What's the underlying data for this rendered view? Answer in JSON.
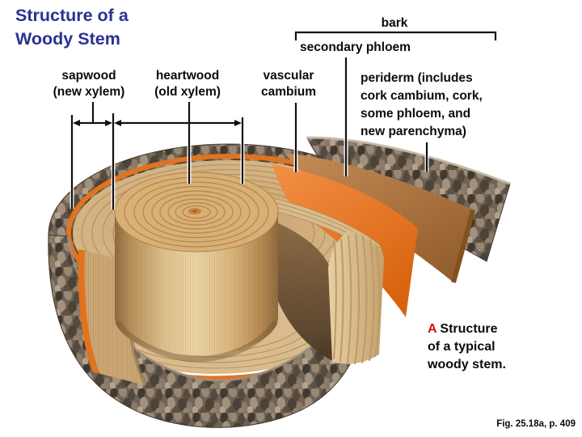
{
  "slide": {
    "title_line1": "Structure of a",
    "title_line2": "Woody Stem"
  },
  "annotations": {
    "bark": {
      "label": "bark"
    },
    "secondary_phloem": {
      "label": "secondary phloem"
    },
    "sapwood": {
      "lines": [
        "sapwood",
        "(new xylem)"
      ]
    },
    "heartwood": {
      "lines": [
        "heartwood",
        "(old xylem)"
      ]
    },
    "vascular_cambium": {
      "lines": [
        "vascular",
        "cambium"
      ]
    },
    "periderm": {
      "lines": [
        "periderm (includes",
        "cork cambium, cork,",
        "some phloem, and",
        "new parenchyma)"
      ]
    }
  },
  "caption": {
    "marker": "A",
    "lines": [
      "Structure",
      "of a typical",
      "woody stem."
    ]
  },
  "figure_ref": "Fig. 25.18a, p. 409",
  "colors": {
    "title": "#2b3191",
    "marker": "#cc1111",
    "text": "#0b0b0b",
    "cambium_orange": "#e2731e",
    "phloem_brown": "#b5763c",
    "sapwood_tan": "#d9bc8e",
    "heartwood_tan": "#d4a86b",
    "bark_gray": "#6f6355",
    "background": "#ffffff"
  }
}
